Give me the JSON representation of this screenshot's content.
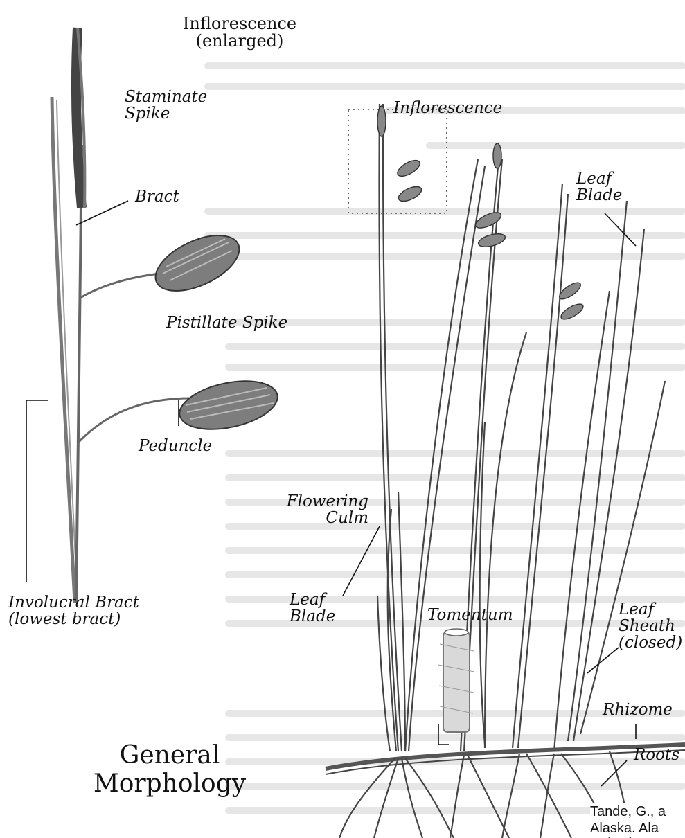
{
  "enlarged_heading": {
    "line1": "Inflorescence",
    "line2": "(enlarged)"
  },
  "labels": {
    "staminate_spike": [
      "Staminate",
      "Spike"
    ],
    "bract": "Bract",
    "pistillate_spike": "Pistillate Spike",
    "peduncle": "Peduncle",
    "involucral_bract": [
      "Involucral Bract",
      "(lowest bract)"
    ],
    "inflorescence": "Inflorescence",
    "leaf_blade_top": [
      "Leaf",
      "Blade"
    ],
    "flowering_culm": [
      "Flowering",
      "Culm"
    ],
    "leaf_blade_lower": [
      "Leaf",
      "Blade"
    ],
    "tomentum": "Tomentum",
    "leaf_sheath": [
      "Leaf",
      "Sheath",
      "(closed)"
    ],
    "rhizome": "Rhizome",
    "roots": "Roots"
  },
  "title": [
    "General",
    "Morphology"
  ],
  "citation": [
    "Tande, G., a",
    "Alaska. Ala"
  ]
}
